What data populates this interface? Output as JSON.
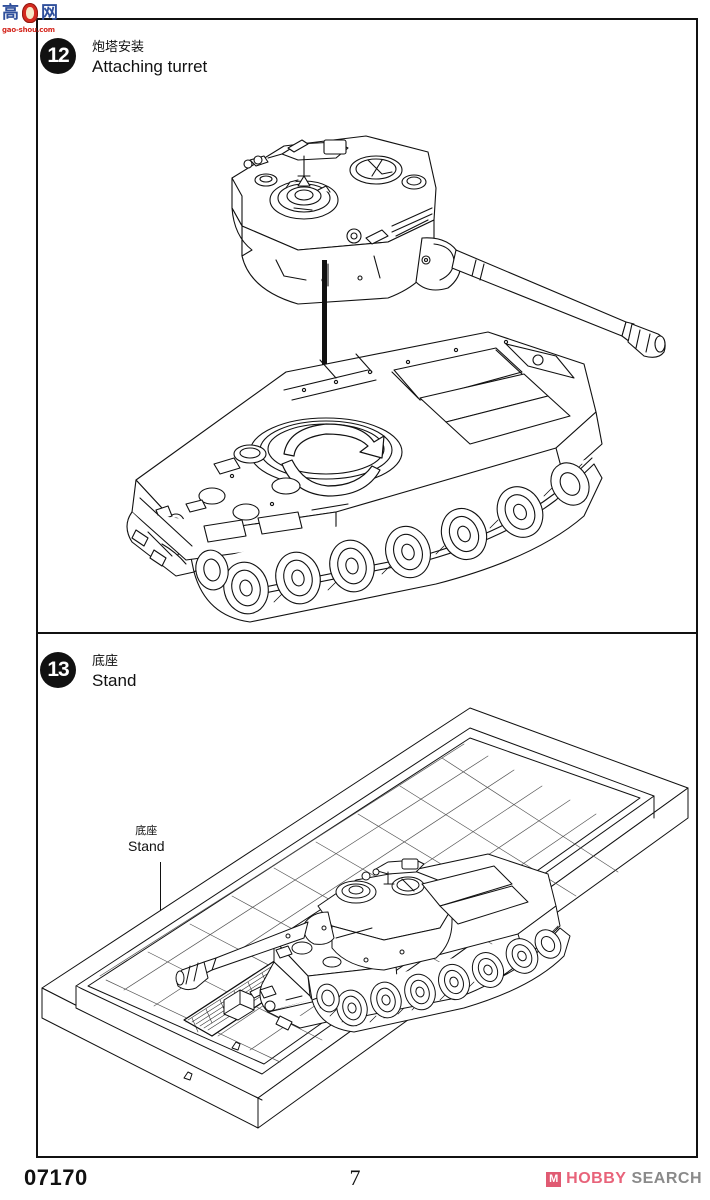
{
  "watermark": {
    "characters": [
      "高",
      "手",
      "网"
    ],
    "url": "gao-shou.com",
    "seal_color": "#d42a1f",
    "char_color": "#2f4f9b"
  },
  "steps": [
    {
      "number": "12",
      "title_cn": "炮塔安装",
      "title_en": "Attaching turret"
    },
    {
      "number": "13",
      "title_cn": "底座",
      "title_en": "Stand"
    }
  ],
  "callouts": [
    {
      "label_cn": "底座",
      "label_en": "Stand"
    }
  ],
  "footer": {
    "kit_number": "07170",
    "page_number": "7",
    "brand_mark": "M",
    "brand_primary": "HOBBY",
    "brand_secondary": "SEARCH",
    "brand_primary_color": "#e8637a",
    "brand_secondary_color": "#8a8a8a"
  },
  "artwork": {
    "step12": {
      "description": "Tank turret assembly exploded above hull with downward insertion arrow and rotation arrow at turret ring",
      "line_color": "#111111",
      "fill_color": "#ffffff"
    },
    "step13": {
      "description": "Completed tank positioned on tiled rectangular display stand",
      "line_color": "#111111",
      "fill_color": "#ffffff"
    }
  }
}
